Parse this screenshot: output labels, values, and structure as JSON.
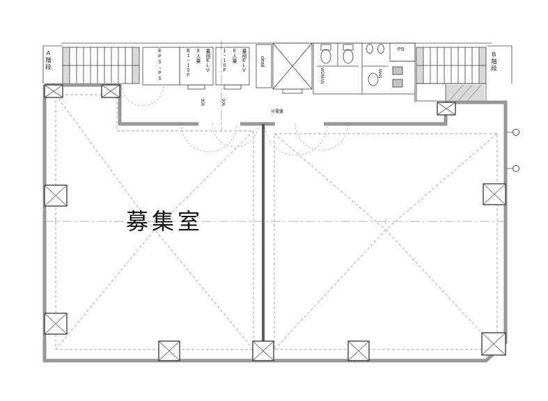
{
  "floorplan": {
    "main_room_label": "募集室",
    "stair_a_label": "A階段",
    "stair_b_label": "B階段",
    "eps_ps_label": "EPS・PS",
    "elevator1": {
      "line1": "乗用ELV",
      "line2": "9人乗",
      "line3": "B1~10F"
    },
    "elevator2": {
      "line1": "乗用ELV",
      "line2": "9人乗",
      "line3": "1~10F"
    },
    "dead_label": "dead",
    "woman_label": "WOMAN",
    "man_label": "MAN",
    "ps_label": "PS",
    "room_no_left": "908",
    "room_no_right": "906",
    "panel_label": "分電盤"
  },
  "colors": {
    "outer_wall": "#979797",
    "divider_wall": "#5c5c5c",
    "line": "#3c3c3c",
    "dash": "#a6a6a6"
  }
}
